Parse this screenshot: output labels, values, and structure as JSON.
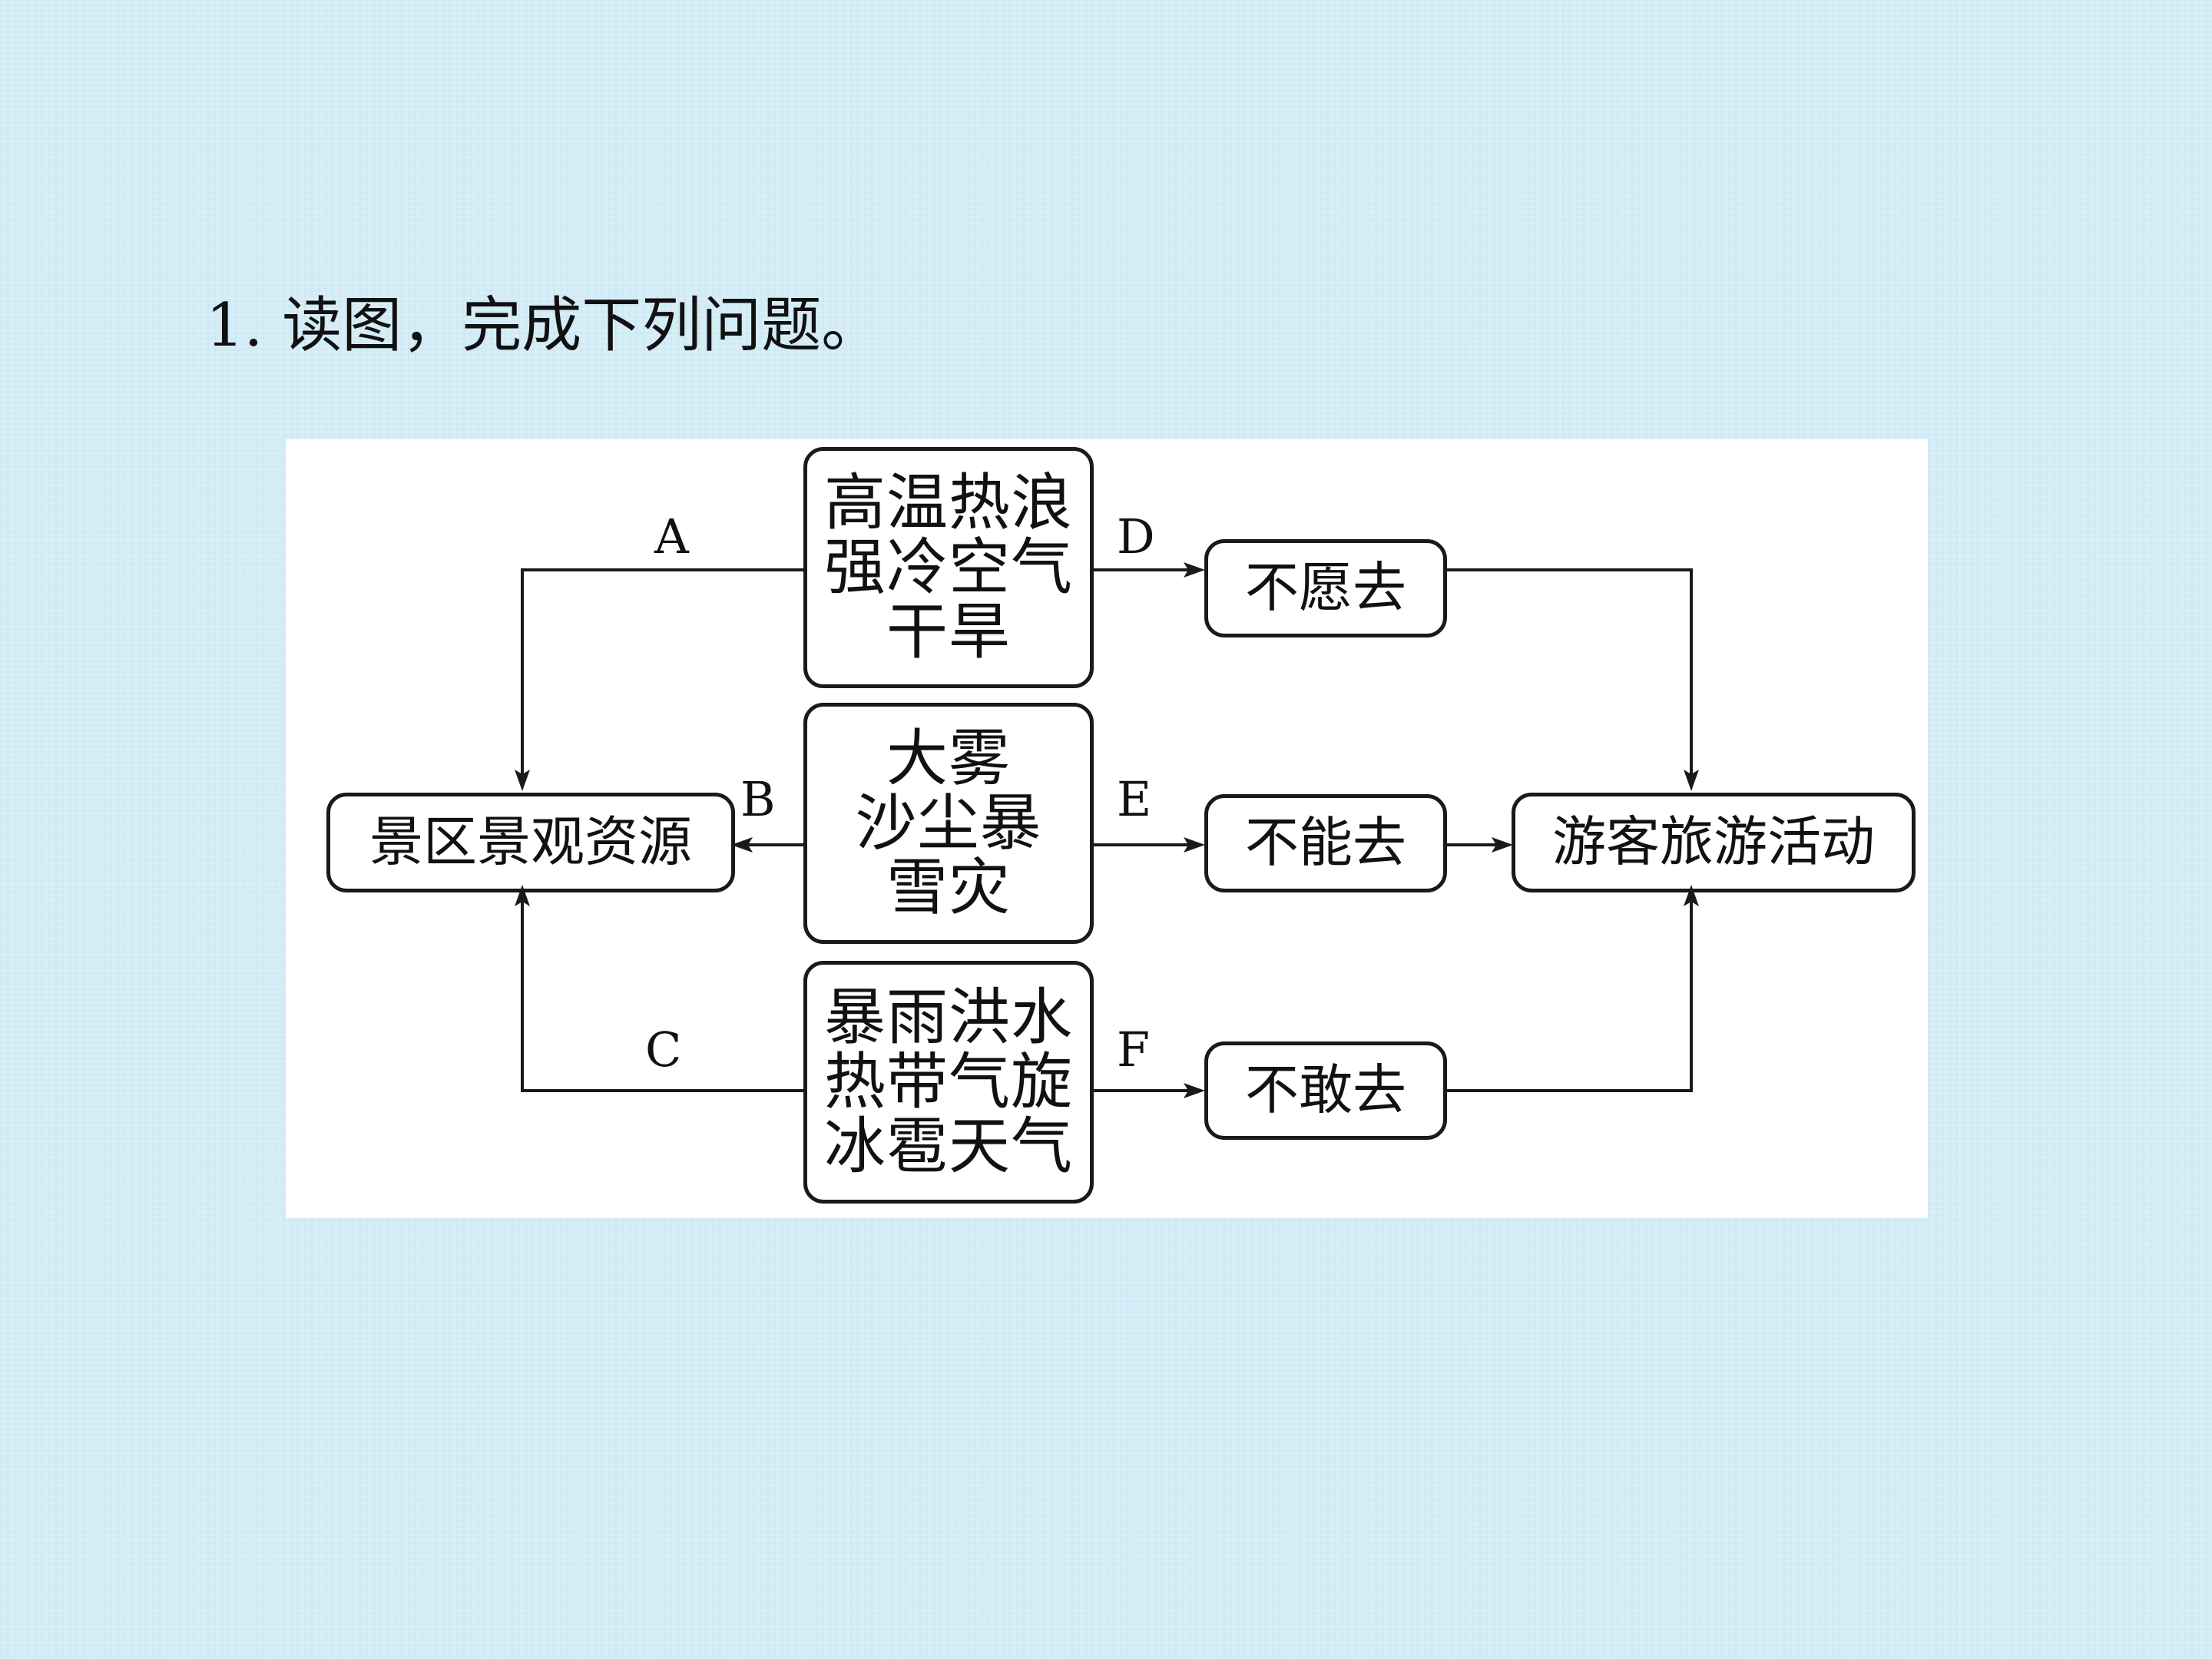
{
  "question": "1. 读图，完成下列问题。",
  "weather_boxes": [
    {
      "lines": [
        "高温热浪",
        "强冷空气",
        "干旱"
      ]
    },
    {
      "lines": [
        "大雾",
        "沙尘暴",
        "雪灾"
      ]
    },
    {
      "lines": [
        "暴雨洪水",
        "热带气旋",
        "冰雹天气"
      ]
    }
  ],
  "resource_box": "景区景观资源",
  "activity_box": "游客旅游活动",
  "outcomes": [
    "不愿去",
    "不能去",
    "不敢去"
  ],
  "edge_labels": {
    "A": "A",
    "B": "B",
    "C": "C",
    "D": "D",
    "E": "E",
    "F": "F"
  }
}
